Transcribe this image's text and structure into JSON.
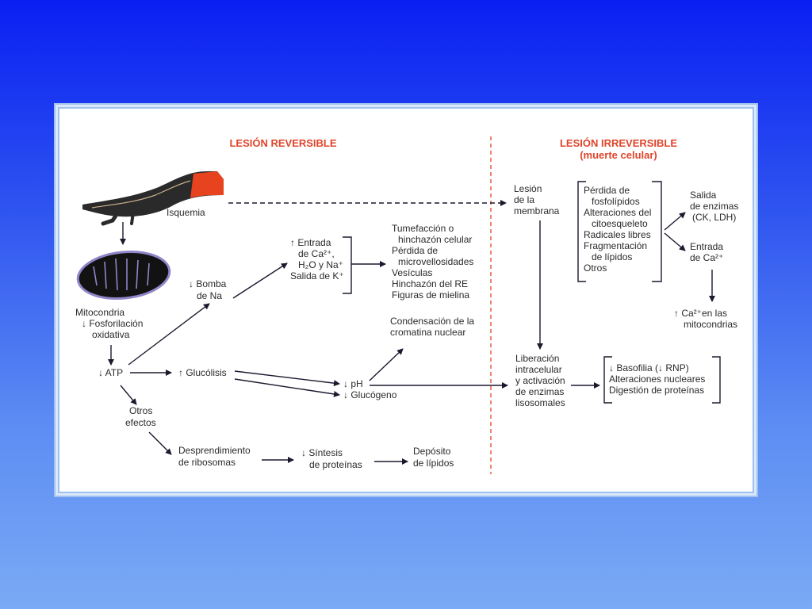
{
  "headers": {
    "reversible": "LESIÓN REVERSIBLE",
    "irreversible": "LESIÓN IRREVERSIBLE",
    "irreversible_sub": "(muerte celular)"
  },
  "nodes": {
    "isquemia": "Isquemia",
    "mitocondria": [
      "Mitocondria",
      "↓ Fosforilación",
      "oxidativa"
    ],
    "atp": "↓ ATP",
    "bomba_na": [
      "↓ Bomba",
      "de Na"
    ],
    "entrada": [
      "↑ Entrada",
      "de Ca²⁺,",
      "H₂O y Na⁺",
      "Salida de K⁺"
    ],
    "tumefaccion": [
      "Tumefacción o",
      "hinchazón celular",
      "Pérdida de",
      "microvellosidades",
      "Vesículas",
      "Hinchazón del RE",
      "Figuras de mielina"
    ],
    "condensacion": [
      "Condensación de la",
      "cromatina nuclear"
    ],
    "glucolisis": "↑ Glucólisis",
    "ph": [
      "↓ pH",
      "↓ Glucógeno"
    ],
    "otros": [
      "Otros",
      "efectos"
    ],
    "desprendimiento": [
      "Desprendimiento",
      "de ribosomas"
    ],
    "sintesis": [
      "↓ Síntesis",
      "de proteínas"
    ],
    "deposito": [
      "Depósito",
      "de lípidos"
    ],
    "lesion_membrana": [
      "Lesión",
      "de la",
      "membrana"
    ],
    "perdida": [
      "Pérdida de",
      "fosfolípidos",
      "Alteraciones del",
      "citoesqueleto",
      "Radicales libres",
      "Fragmentación",
      "de lípidos",
      "Otros"
    ],
    "salida_enzimas": [
      "Salida",
      "de enzimas",
      "(CK, LDH)"
    ],
    "entrada_ca": [
      "Entrada",
      "de Ca²⁺"
    ],
    "ca_mito": [
      "↑ Ca²⁺en las",
      "mitocondrias"
    ],
    "liberacion": [
      "Liberación",
      "intracelular",
      "y activación",
      "de enzimas",
      "lisosomales"
    ],
    "basofilia": [
      "↓ Basofilia (↓ RNP)",
      "Alteraciones nucleares",
      "Digestión de proteínas"
    ]
  },
  "colors": {
    "header_red": "#e0442a",
    "artery_red": "#e8431f",
    "arrow": "#1a1a2e",
    "mito_fill": "#121212",
    "mito_edge": "#8f86c9"
  }
}
